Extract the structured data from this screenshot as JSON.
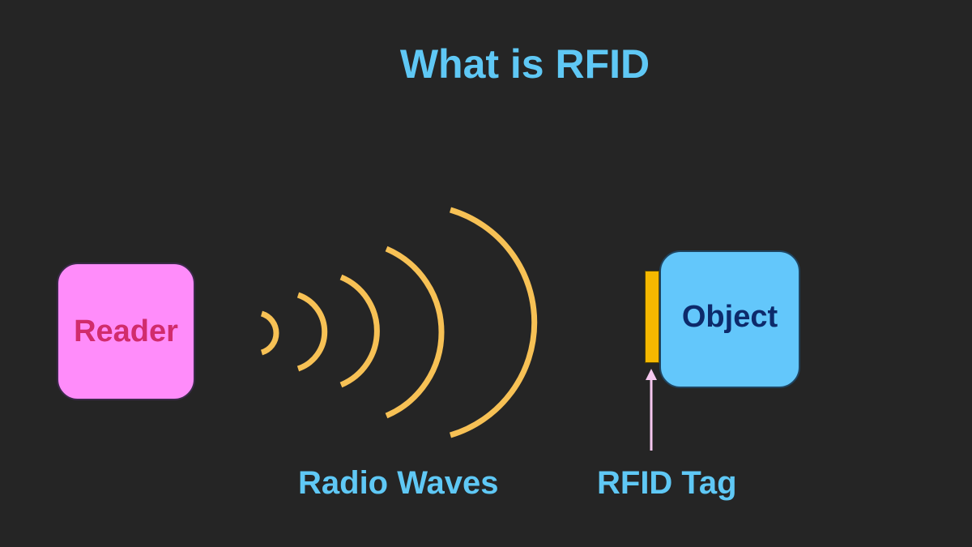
{
  "title": "What is RFID",
  "diagram": {
    "reader": {
      "label": "Reader",
      "fill": "#ff8cfa",
      "text_color": "#d12c6c"
    },
    "object": {
      "label": "Object",
      "fill": "#63c7fb",
      "text_color": "#0d2a6b"
    },
    "tag": {
      "color": "#f5b800"
    },
    "waves": {
      "count": 5,
      "color": "#f7c155"
    },
    "arrow": {
      "color": "#f6c8ef",
      "direction": "up"
    },
    "labels": {
      "radio_waves": "Radio Waves",
      "rfid_tag": "RFID Tag"
    }
  },
  "colors": {
    "background": "#252525",
    "accent_text": "#5fc8f5"
  }
}
